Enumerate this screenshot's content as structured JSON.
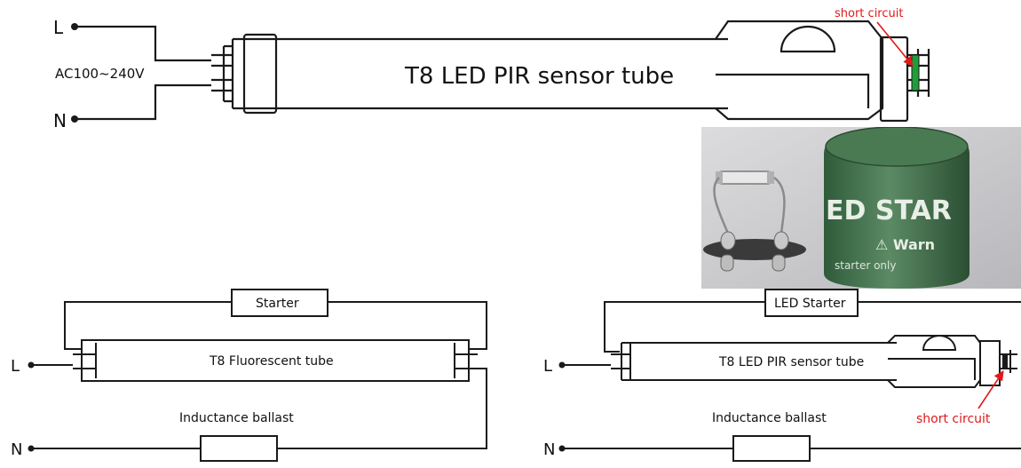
{
  "top": {
    "l_label": "L",
    "n_label": "N",
    "voltage_label": "AC100~240V",
    "tube_label": "T8 LED PIR sensor tube",
    "short_circuit_label": "short circuit"
  },
  "bottom_left": {
    "l_label": "L",
    "n_label": "N",
    "starter_label": "Starter",
    "tube_label": "T8 Fluorescent tube",
    "ballast_label": "Inductance ballast"
  },
  "bottom_right": {
    "l_label": "L",
    "n_label": "N",
    "starter_label": "LED Starter",
    "tube_label": "T8 LED PIR sensor tube",
    "ballast_label": "Inductance ballast",
    "short_circuit_label": "short circuit"
  },
  "photo": {
    "starter_can_text_1": "ED STAR",
    "starter_can_text_2": "⚠ Warn",
    "starter_can_text_3": "starter only"
  },
  "colors": {
    "line": "#1a1a1a",
    "accent_red": "#e0191b",
    "short_green": "#1f9d3a"
  }
}
